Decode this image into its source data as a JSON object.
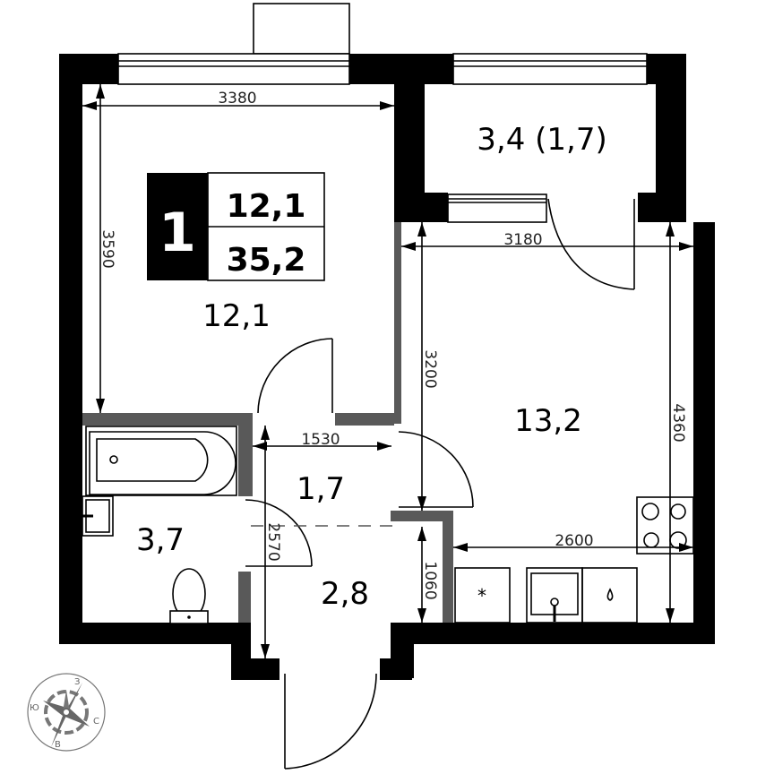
{
  "badge": {
    "rooms_count": "1",
    "living_area": "12,1",
    "total_area": "35,2"
  },
  "rooms": {
    "bedroom_area": "12,1",
    "balcony_area": "3,4 (1,7)",
    "kitchen_living_area": "13,2",
    "hall_area": "1,7",
    "bathroom_area": "3,7",
    "entrance_area": "2,8"
  },
  "dimensions": {
    "bedroom_width": "3380",
    "bedroom_length": "3590",
    "kitchen_width": "3180",
    "kitchen_depth_left": "3200",
    "kitchen_depth_right": "4360",
    "kitchen_counter": "2600",
    "kitchen_niche": "1060",
    "hall_width": "1530",
    "corridor_length": "2570"
  },
  "compass": {
    "north": "С",
    "south": "Ю",
    "east": "В",
    "west": "З"
  },
  "colors": {
    "wall": "#000000",
    "partition": "#595959",
    "compass": "#666666"
  }
}
